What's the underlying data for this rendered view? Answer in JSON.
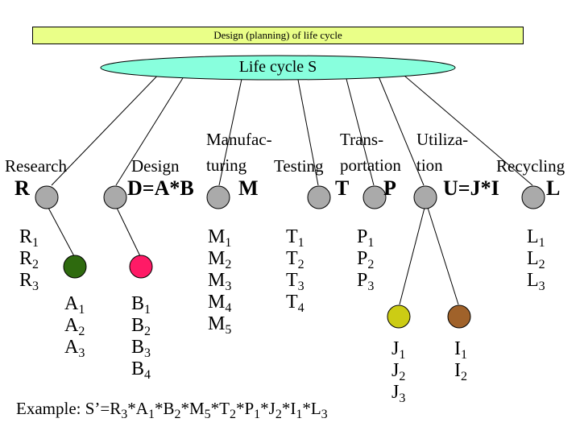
{
  "banner": "Design (planning) of life cycle",
  "root": "Life cycle S",
  "phases": {
    "research": {
      "label": "Research",
      "letter": "R"
    },
    "design": {
      "label": "Design",
      "letter": "D=A*B"
    },
    "manufacturing": {
      "label1": "Manufac-",
      "label2": "turing",
      "letter": "M"
    },
    "testing": {
      "label": "Testing",
      "letter": "T"
    },
    "transportation": {
      "label1": "Trans-",
      "label2": "portation",
      "letter": "P"
    },
    "utilization": {
      "label1": "Utiliza-",
      "label2": "tion",
      "letter": "U=J*I"
    },
    "recycling": {
      "label": "Recycling",
      "letter": "L"
    }
  },
  "lists": {
    "R": [
      {
        "b": "R",
        "s": "1"
      },
      {
        "b": "R",
        "s": "2"
      },
      {
        "b": "R",
        "s": "3"
      }
    ],
    "A": [
      {
        "b": "A",
        "s": "1"
      },
      {
        "b": "A",
        "s": "2"
      },
      {
        "b": "A",
        "s": "3"
      }
    ],
    "B": [
      {
        "b": "B",
        "s": "1"
      },
      {
        "b": "B",
        "s": "2"
      },
      {
        "b": "B",
        "s": "3"
      },
      {
        "b": "B",
        "s": "4"
      }
    ],
    "M": [
      {
        "b": "M",
        "s": "1"
      },
      {
        "b": "M",
        "s": "2"
      },
      {
        "b": "M",
        "s": "3"
      },
      {
        "b": "M",
        "s": "4"
      },
      {
        "b": "M",
        "s": "5"
      }
    ],
    "T": [
      {
        "b": "T",
        "s": "1"
      },
      {
        "b": "T",
        "s": "2"
      },
      {
        "b": "T",
        "s": "3"
      },
      {
        "b": "T",
        "s": "4"
      }
    ],
    "P": [
      {
        "b": "P",
        "s": "1"
      },
      {
        "b": "P",
        "s": "2"
      },
      {
        "b": "P",
        "s": "3"
      }
    ],
    "J": [
      {
        "b": "J",
        "s": "1"
      },
      {
        "b": "J",
        "s": "2"
      },
      {
        "b": "J",
        "s": "3"
      }
    ],
    "I": [
      {
        "b": "I",
        "s": "1"
      },
      {
        "b": "I",
        "s": "2"
      }
    ],
    "L": [
      {
        "b": "L",
        "s": "1"
      },
      {
        "b": "L",
        "s": "2"
      },
      {
        "b": "L",
        "s": "3"
      }
    ]
  },
  "example": {
    "prefix": "Example: S’=",
    "terms": [
      {
        "b": "R",
        "s": "3"
      },
      {
        "b": "*A",
        "s": "1"
      },
      {
        "b": "*B",
        "s": "2"
      },
      {
        "b": "*M",
        "s": "5"
      },
      {
        "b": "*T",
        "s": "2"
      },
      {
        "b": "*P",
        "s": "1"
      },
      {
        "b": "*J",
        "s": "2"
      },
      {
        "b": "*I",
        "s": "1"
      },
      {
        "b": "*L",
        "s": "3"
      }
    ]
  },
  "colors": {
    "banner": "#eaff88",
    "root_ellipse": "#88ffdd",
    "node_gray": "#aaaaaa",
    "node_A": "#2e6a0e",
    "node_B": "#ff1a66",
    "node_J": "#cccc14",
    "node_I": "#a0622a"
  }
}
